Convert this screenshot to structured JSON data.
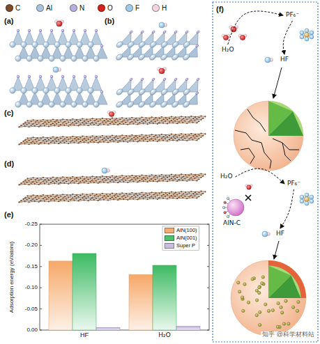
{
  "diagram": {
    "nodes": [
      {
        "text": [
          "H₂O"
        ]
      },
      {
        "text": [
          "PF₆⁻"
        ]
      },
      {
        "text": [
          "HF"
        ]
      },
      {
        "text": [
          "H₂O"
        ]
      },
      {
        "text": [
          "AlN-C"
        ]
      },
      {
        "text": [
          "PF₆⁻"
        ]
      },
      {
        "text": [
          "HF"
        ]
      }
    ],
    "edges": [
      {
        "from": 0,
        "to": 1,
        "arrow": "to"
      },
      {
        "from": 1,
        "to": 2,
        "arrow": "to"
      },
      {
        "from": 3,
        "to": 5,
        "arrow": "to"
      },
      {
        "from": 5,
        "to": 6,
        "arrow": "to"
      }
    ],
    "labels": [
      "(a)",
      "(b)",
      "(c)",
      "(d)",
      "(e)",
      "(f)",
      "Adsorption energy (eV/atom)",
      "-0.25",
      "-0.20",
      "-0.15",
      "-0.10",
      "-0.05",
      "0.00",
      "HF",
      "H₂O",
      "知乎 @科学材料站"
    ],
    "legend": [
      {
        "text": "C",
        "color": "#7b4b2a"
      },
      {
        "text": "Al",
        "color": "#a8c3db"
      },
      {
        "text": "N",
        "color": "#b9aee0"
      },
      {
        "text": "O",
        "color": "#d3221c"
      },
      {
        "text": "F",
        "color": "#9fcbe8"
      },
      {
        "text": "H",
        "color": "#f3d3dc"
      },
      {
        "text": "AlN(100)",
        "color": "#f6ad74"
      },
      {
        "text": "AlN(001)",
        "color": "#4cc06b"
      },
      {
        "text": "Super P",
        "color": "#c8bfe0"
      }
    ]
  }
}
